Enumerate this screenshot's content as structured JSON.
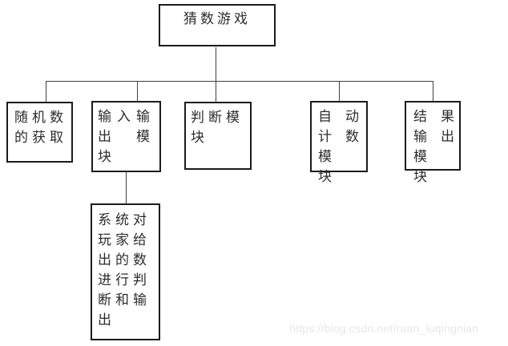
{
  "diagram": {
    "root": {
      "label": "猜数游戏"
    },
    "modules": {
      "random": {
        "lines": [
          "随机数",
          "的获取"
        ]
      },
      "io": {
        "lines": [
          "输入输",
          "出　模",
          "块"
        ]
      },
      "judge": {
        "lines": [
          "判断模",
          "块"
        ]
      },
      "counter": {
        "lines": [
          "自　动",
          "计　数",
          "模",
          "块"
        ]
      },
      "result": {
        "lines": [
          "结　果",
          "输　出",
          "模",
          "块"
        ]
      },
      "detail": {
        "lines": [
          "系统对",
          "玩家给",
          "出的数",
          "进行判",
          "断和输",
          "出"
        ]
      }
    }
  },
  "watermark": {
    "text": "https://blog.csdn.net/ruan_luqingnian",
    "color": "#e7e7e7"
  },
  "colors": {
    "background": "#ffffff",
    "box_border": "#1b1b1b",
    "connector": "#404040",
    "text": "#2d2d2d"
  }
}
